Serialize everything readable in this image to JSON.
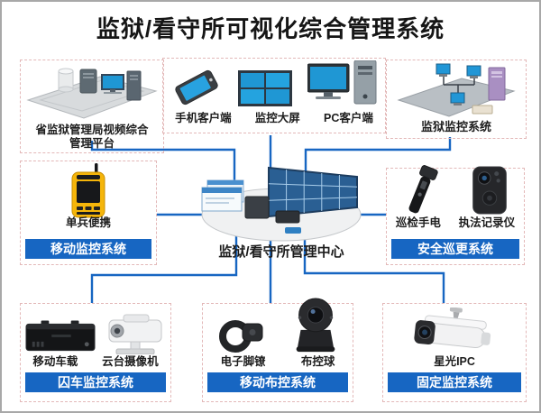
{
  "title": "监狱/看守所可视化综合管理系统",
  "colors": {
    "bar_blue": "#1766c2",
    "line_blue": "#1766c2",
    "dashed_border": "#e3b8b8",
    "screen_blue": "#1f97d4",
    "device_yellow": "#f5b50a",
    "title_text": "#161616"
  },
  "icons": [
    "server-platform-icon",
    "smartphone-icon",
    "video-wall-icon",
    "desktop-pc-icon",
    "lan-network-icon",
    "handheld-terminal-icon",
    "control-room-icon",
    "patrol-flashlight-icon",
    "body-camera-icon",
    "vehicle-dvr-icon",
    "ptz-camera-icon",
    "ankle-monitor-icon",
    "deploy-ball-camera-icon",
    "bullet-camera-icon"
  ],
  "groups": {
    "provincial": {
      "caption": "省监狱管理局视频综合管理平台"
    },
    "clients": {
      "items": [
        {
          "label": "手机客户端"
        },
        {
          "label": "监控大屏"
        },
        {
          "label": "PC客户端"
        }
      ]
    },
    "prison_network": {
      "caption": "监狱监控系统"
    },
    "mobile_monitor": {
      "device_label": "单兵便携",
      "bar_label": "移动监控系统"
    },
    "patrol": {
      "device_labels": [
        "巡检手电",
        "执法记录仪"
      ],
      "bar_label": "安全巡更系统"
    },
    "vehicle": {
      "device_labels": [
        "移动车载",
        "云台摄像机"
      ],
      "bar_label": "囚车监控系统"
    },
    "deployment": {
      "device_labels": [
        "电子脚镣",
        "布控球"
      ],
      "bar_label": "移动布控系统"
    },
    "fixed": {
      "device_label": "星光IPC",
      "bar_label": "固定监控系统"
    }
  },
  "center": {
    "caption": "监狱/看守所管理中心"
  }
}
